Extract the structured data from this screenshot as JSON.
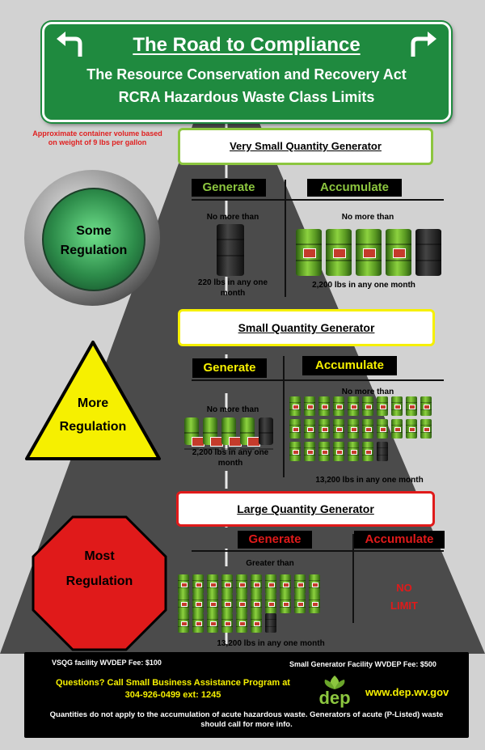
{
  "header": {
    "title": "The Road to Compliance",
    "subtitle1": "The Resource Conservation and Recovery Act",
    "subtitle2": "RCRA Hazardous Waste Class Limits",
    "left_arrow_icon": "arrow-turn-left-icon",
    "right_arrow_icon": "arrow-turn-right-icon"
  },
  "note": "Approximate container volume based on weight of 9 lbs per gallon",
  "vsqg": {
    "title": "Very  Small Quantity Generator",
    "generate_label": "Generate",
    "accumulate_label": "Accumulate",
    "gen_limit_top": "No more than",
    "gen_limit_bottom": "220 lbs in any one month",
    "acc_limit_top": "No more than",
    "acc_limit_bottom": "2,200 lbs in any one month",
    "light_text_1": "Some",
    "light_text_2": "Regulation",
    "accent": "#8cc63f"
  },
  "sqg": {
    "title": "Small Quantity Generator",
    "generate_label": "Generate",
    "accumulate_label": "Accumulate",
    "gen_limit_top": "No more than",
    "gen_limit_bottom": "2,200 lbs in any one month",
    "acc_limit_top": "No more than",
    "acc_limit_bottom": "13,200 lbs in any one month",
    "sign_text_1": "More",
    "sign_text_2": "Regulation",
    "accent": "#f6f000"
  },
  "lqg": {
    "title": "Large Quantity Generator",
    "generate_label": "Generate",
    "accumulate_label": "Accumulate",
    "gen_limit_top": "Greater than",
    "gen_limit_bottom": "13,200 lbs in any one month",
    "no_limit_1": "NO",
    "no_limit_2": "LIMIT",
    "sign_text_1": "Most",
    "sign_text_2": "Regulation",
    "accent": "#e01a1a"
  },
  "footer": {
    "vsqg_fee": "VSQG facility WVDEP Fee: $100",
    "small_gen_fee": "Small Generator Facility WVDEP Fee: $500",
    "questions": "Questions? Call Small Business Assistance Program at",
    "phone": "304-926-0499  ext: 1245",
    "logo_text": "dep",
    "website": "www.dep.wv.gov",
    "disclaimer": "Quantities do not apply to the accumulation of acute hazardous waste. Generators of acute (P-Listed) waste should call for more info."
  }
}
